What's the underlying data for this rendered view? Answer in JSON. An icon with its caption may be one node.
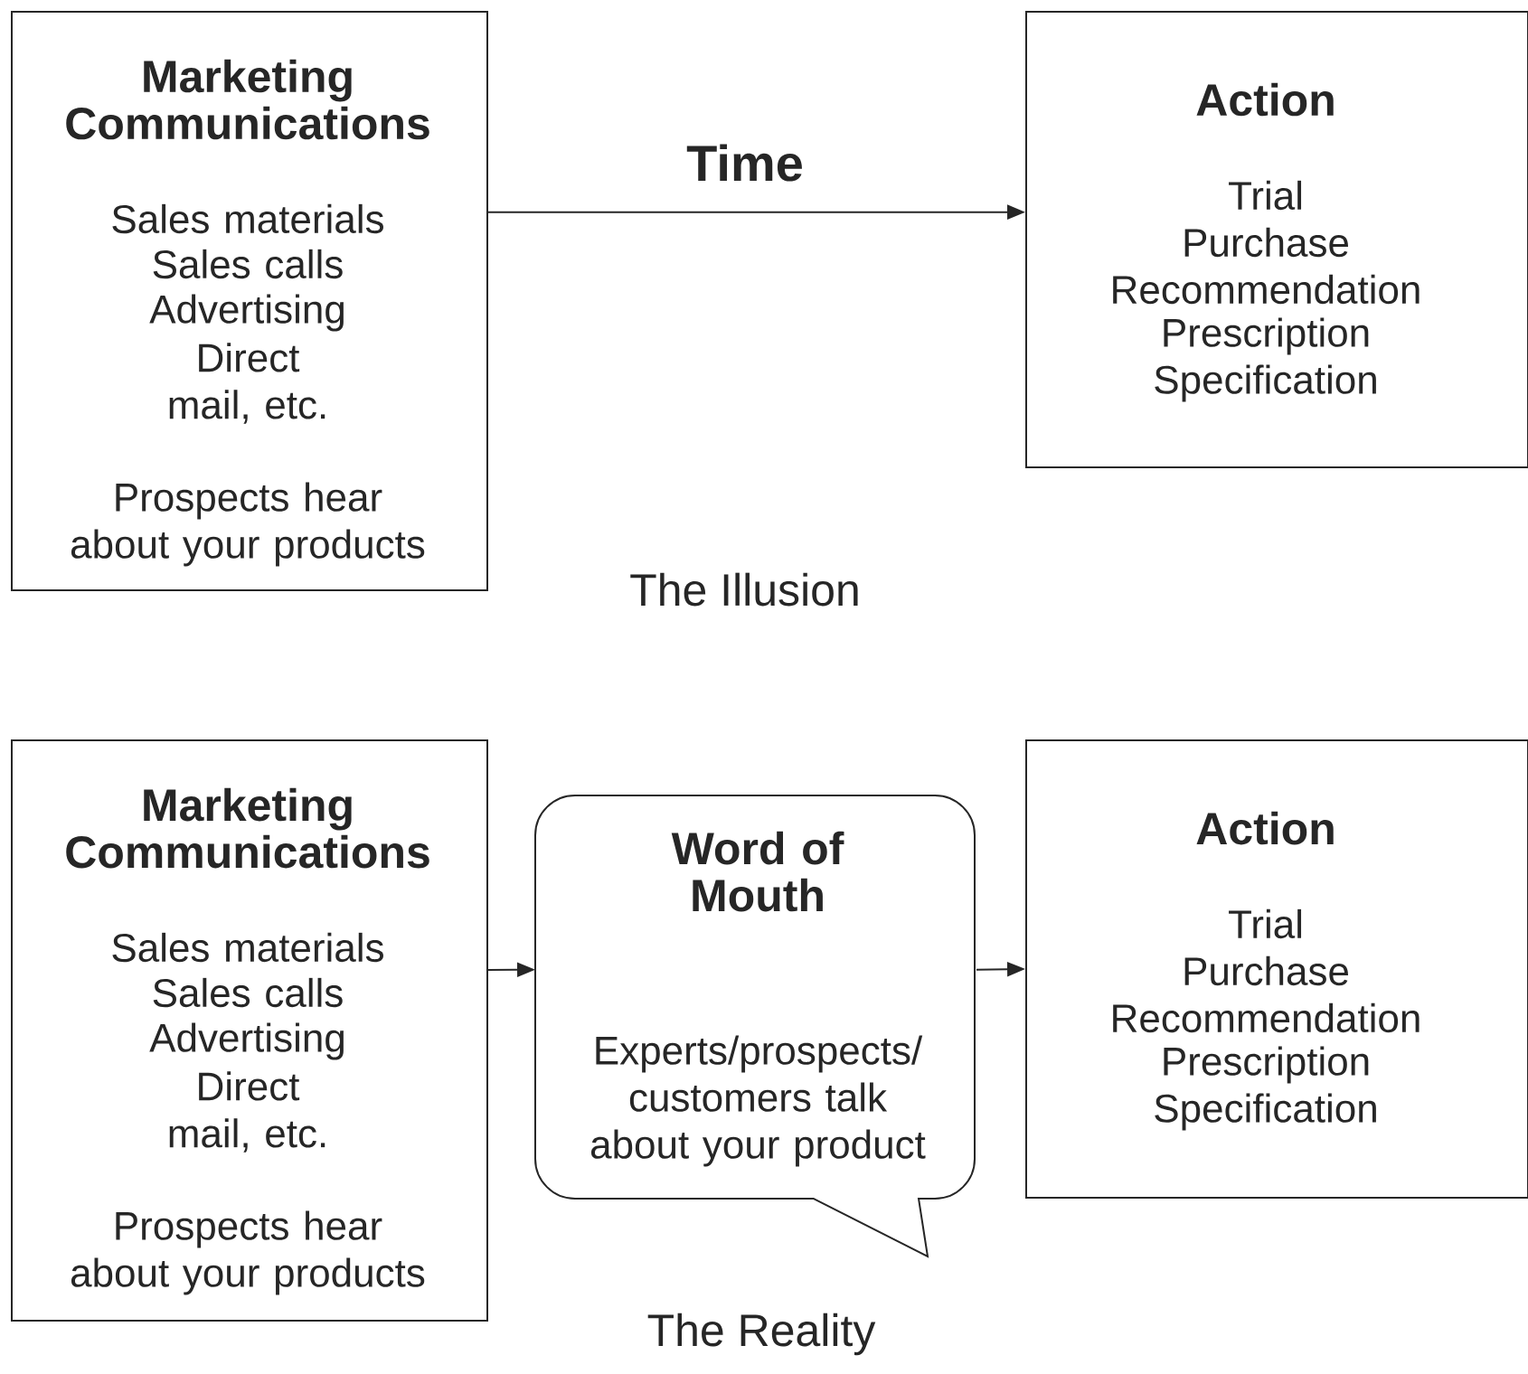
{
  "diagram": {
    "nodes": [
      {
        "text": [
          "Marketing Communications",
          "Sales materials",
          "Sales calls",
          "Advertising",
          "Direct mail, etc.",
          "Prospects hear about your products"
        ]
      },
      {
        "text": [
          "Action",
          "Trial",
          "Purchase",
          "Recommendation",
          "Prescription",
          "Specification"
        ]
      },
      {
        "text": [
          "Marketing Communications",
          "Sales materials",
          "Sales calls",
          "Advertising",
          "Direct mail, etc.",
          "Prospects hear about your products"
        ]
      },
      {
        "text": [
          "Word of Mouth",
          "Experts/prospects/ customers talk about your product"
        ]
      },
      {
        "text": [
          "Action",
          "Trial",
          "Purchase",
          "Recommendation",
          "Prescription",
          "Specification"
        ]
      }
    ],
    "edges": [
      {
        "from": 0,
        "to": 1,
        "arrow": "to",
        "label": "Time"
      },
      {
        "from": 2,
        "to": 3,
        "arrow": "to"
      },
      {
        "from": 3,
        "to": 4,
        "arrow": "to"
      }
    ],
    "labels": [
      "The Illusion",
      "The Reality"
    ]
  }
}
